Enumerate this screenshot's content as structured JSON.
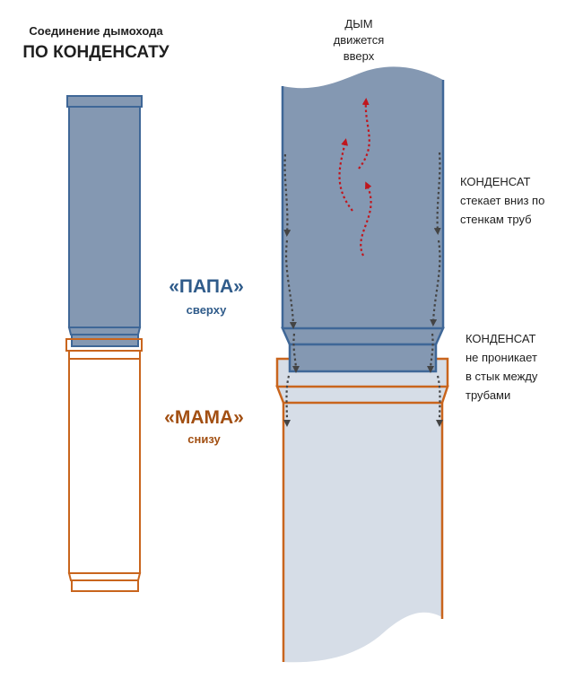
{
  "title": {
    "line1": "Соединение дымохода",
    "line2": "ПО КОНДЕНСАТУ"
  },
  "male": {
    "label": "«ПАПА»",
    "sub": "сверху"
  },
  "female": {
    "label": "«МАМА»",
    "sub": "снизу"
  },
  "smoke": {
    "line1": "ДЫМ",
    "line2": "движется",
    "line3": "вверх"
  },
  "condensate_down": {
    "line1": "КОНДЕНСАТ",
    "line2": "стекает вниз по",
    "line3": "стенкам труб"
  },
  "condensate_joint": {
    "line1": "КОНДЕНСАТ",
    "line2": "не проникает",
    "line3": "в стык между",
    "line4": "трубами"
  },
  "colors": {
    "blue_fill": "#8498b2",
    "blue_stroke": "#3f6797",
    "orange_stroke": "#c9651d",
    "light_fill": "#d6dde7",
    "arrow_red": "#c0161d",
    "arrow_gray": "#444444",
    "papa_text": "#2f5b8a",
    "mama_text": "#a24f12"
  }
}
